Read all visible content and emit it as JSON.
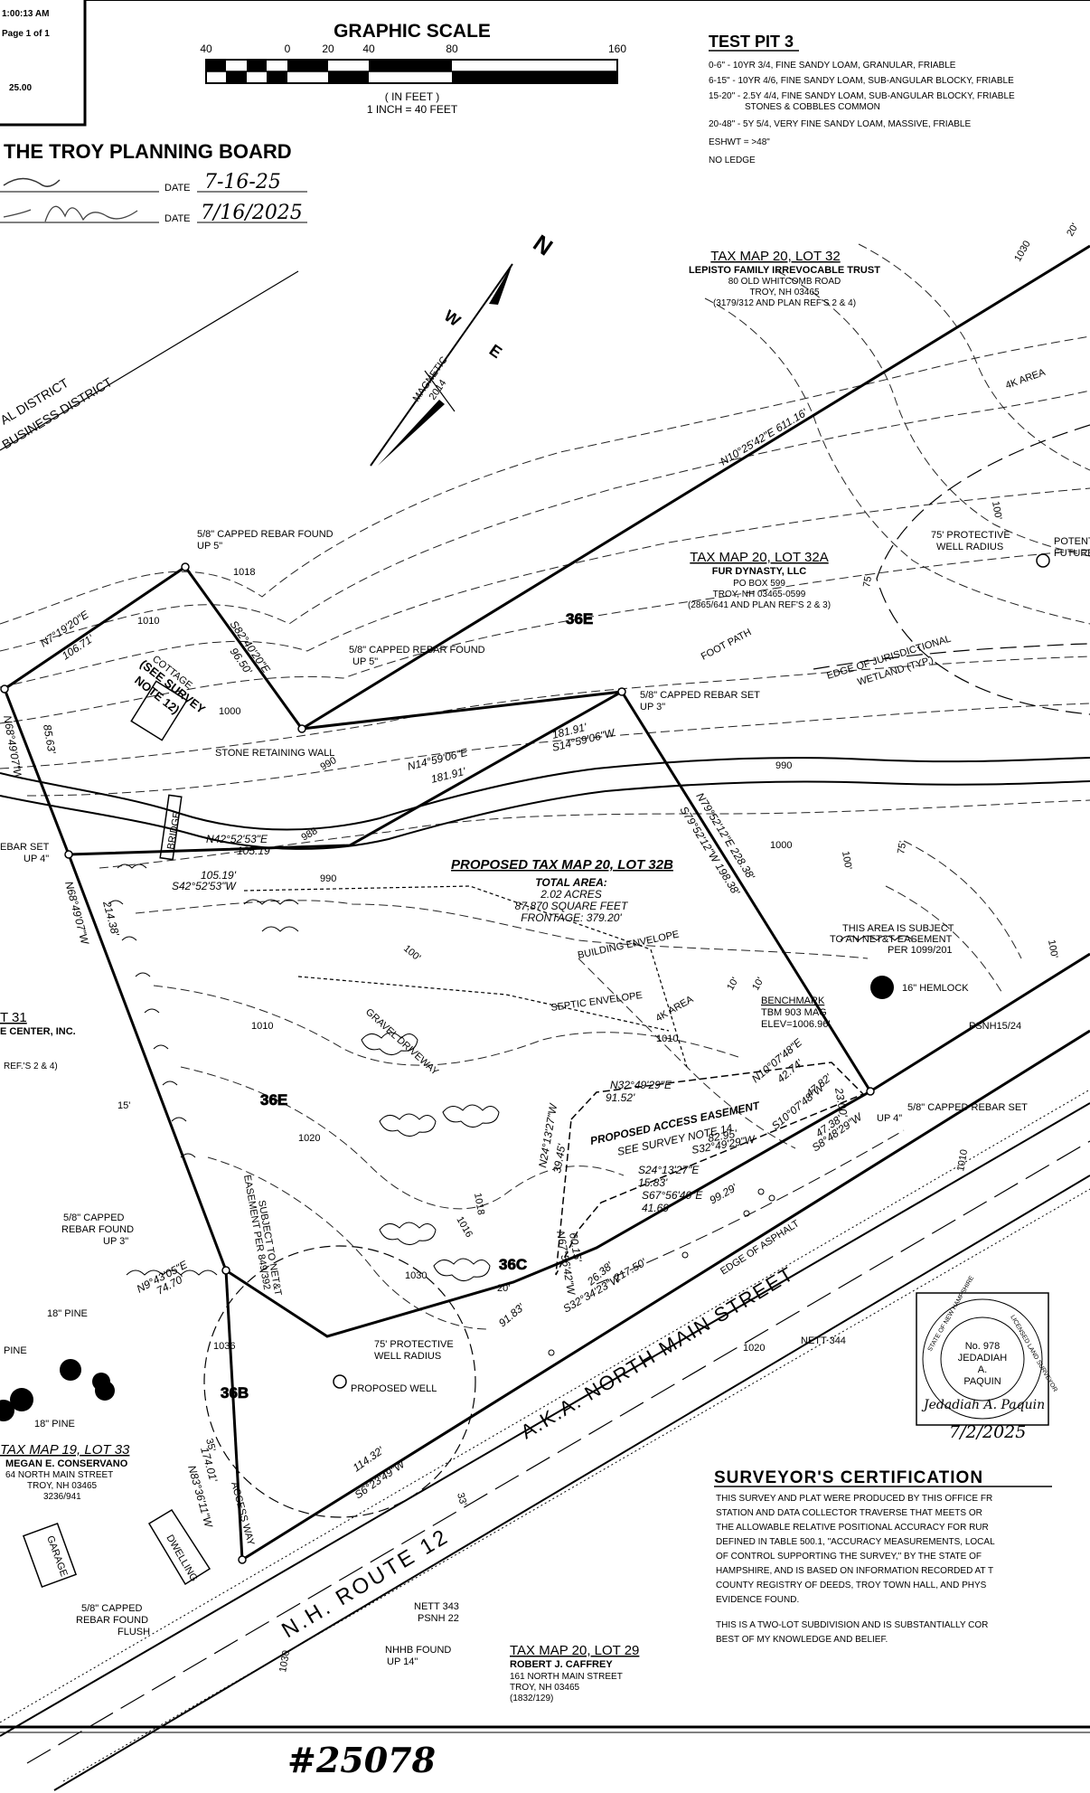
{
  "title_block": {
    "time": "1:00:13 AM",
    "page": "Page 1 of 1",
    "value": "25.00"
  },
  "graphic_scale": {
    "title": "GRAPHIC SCALE",
    "ticks": [
      "40",
      "0",
      "20",
      "40",
      "80",
      "160"
    ],
    "units": "( IN FEET )",
    "ratio": "1 INCH = 40 FEET"
  },
  "test_pit": {
    "title": "TEST PIT 3",
    "lines": [
      "0-6\" - 10YR 3/4, FINE SANDY LOAM, GRANULAR, FRIABLE",
      "6-15\" - 10YR 4/6, FINE SANDY LOAM, SUB-ANGULAR BLOCKY, FRIABLE",
      "15-20\" - 2.5Y 4/4, FINE SANDY LOAM, SUB-ANGULAR BLOCKY, FRIABLE",
      "STONES & COBBLES COMMON",
      "20-48\" - 5Y 5/4, VERY FINE SANDY LOAM, MASSIVE, FRIABLE",
      "ESHWT = >48\"",
      "NO LEDGE"
    ]
  },
  "approval": {
    "heading": "THE TROY PLANNING BOARD",
    "date_label": "DATE",
    "date1": "7-16-25",
    "date2": "7/16/2025"
  },
  "north_arrow": {
    "n": "N",
    "w": "W",
    "e": "E",
    "magnetic": "MAGNETIC",
    "year": "2014"
  },
  "districts": {
    "d1": "AL DISTRICT",
    "d2": "BUSINESS DISTRICT"
  },
  "lot32": {
    "title": "TAX MAP 20, LOT 32",
    "owner": "LEPISTO FAMILY IRREVOCABLE TRUST",
    "address": "80 OLD WHITCOMB ROAD",
    "city": "TROY, NH 03465",
    "ref": "(3179/312 AND PLAN REF'S 2 & 4)"
  },
  "lot32a": {
    "title": "TAX MAP 20, LOT 32A",
    "owner": "FUR DYNASTY, LLC",
    "address": "PO BOX 599",
    "city": "TROY, NH 03465-0599",
    "ref": "(2865/641 AND PLAN REF'S 2 & 3)"
  },
  "lot32b": {
    "title": "PROPOSED TAX MAP 20, LOT 32B",
    "area_label": "TOTAL AREA:",
    "acres": "2.02 ACRES",
    "sqft": "87,870 SQUARE FEET",
    "frontage": "FRONTAGE: 379.20'"
  },
  "lot31": {
    "title": "T 31",
    "owner": "E CENTER, INC.",
    "ref": "REF.'S 2 & 4)"
  },
  "lot33": {
    "title": "TAX MAP 19, LOT 33",
    "owner": "MEGAN E. CONSERVANO",
    "address": "64 NORTH MAIN STREET",
    "city": "TROY, NH 03465",
    "ref": "3236/941"
  },
  "lot29": {
    "title": "TAX MAP 20, LOT 29",
    "owner": "ROBERT J. CAFFREY",
    "address": "161 NORTH MAIN STREET",
    "city": "TROY, NH 03465",
    "ref": "(1832/129)"
  },
  "bearings": {
    "b1": "N10°25'42\"E  611.16'",
    "b2": "N7°19'20\"E",
    "b3": "106.71'",
    "b4": "S82°40'20\"E",
    "b5": "96.50'",
    "b6": "N14°59'06\"E",
    "b7": "181.91'",
    "b8": "181.91'",
    "b9": "S14°59'06\"W",
    "b10": "N79°52'12\"E  228.38'",
    "b11": "S79°52'12\"W  198.38'",
    "b12": "N42°52'53\"E",
    "b13": "105.19'",
    "b14": "105.19'",
    "b15": "S42°52'53\"W",
    "b16": "N68°49'07\"W",
    "b17": "85.63'",
    "b18": "N68°49'07\"W",
    "b19": "214.38'",
    "b20": "N9°43'05\"E",
    "b21": "74.70'",
    "b22": "N83°36'11\"W",
    "b23": "174.01'",
    "b24": "S6°23'49\"W",
    "b25": "114.32'",
    "b26": "S32°34'23\"W",
    "b27": "217.50'",
    "b28": "N32°49'29\"E",
    "b29": "91.52'",
    "b30": "N10°07'48\"E",
    "b31": "42.74'",
    "b32": "S10°07'48\"W",
    "b33": "47.82'",
    "b34": "47.38'",
    "b35": "S8°48'29\"W",
    "b36": "82.95'",
    "b37": "S32°49'29\"W",
    "b38": "S24°13'27\"E",
    "b39": "15.83'",
    "b40": "S67°56'40\"E",
    "b41": "41.69'",
    "b42": "99.29'",
    "b43": "N24°13'27\"W",
    "b44": "39.45'",
    "b45": "N67°56'42\"W",
    "b46": "60.15'",
    "b47": "26.38'",
    "b48": "91.83'",
    "b49": "23.00'"
  },
  "annotations": {
    "rebar1": "5/8\" CAPPED REBAR FOUND",
    "rebar1b": "UP 5\"",
    "rebar2": "5/8\" CAPPED REBAR FOUND",
    "rebar2b": "UP 5\"",
    "rebar3": "5/8\" CAPPED REBAR SET",
    "rebar3b": "UP 3\"",
    "rebar4": "EBAR SET",
    "rebar4b": "UP 4\"",
    "rebar5": "5/8\" CAPPED",
    "rebar5b": "REBAR FOUND",
    "rebar5c": "UP 3\"",
    "rebar6": "5/8\" CAPPED REBAR SET",
    "rebar6b": "UP 4\"",
    "rebar7": "5/8\" CAPPED",
    "rebar7b": "REBAR FOUND",
    "rebar7c": "FLUSH",
    "cottage": "COTTAGE",
    "see_note12a": "(SEE SURVEY",
    "see_note12b": "NOTE 12)",
    "stone_wall": "STONE RETAINING WALL",
    "bridge": "BRIDGE",
    "foot_path": "FOOT PATH",
    "wetland1": "EDGE OF JURISDICTIONAL",
    "wetland2": "WETLAND (TYP.)",
    "protective1": "75' PROTECTIVE",
    "protective1b": "WELL RADIUS",
    "potential1": "POTENT",
    "potential1b": "FUTURE",
    "area4k_1": "4K AREA",
    "area4k_2": "4K AREA",
    "building_env": "BUILDING ENVELOPE",
    "septic_env": "SEPTIC ENVELOPE",
    "gravel": "GRAVEL DRIVEWAY",
    "benchmark": "BENCHMARK",
    "tbm": "TBM 903 MAG",
    "elev": "ELEV=1006.96'",
    "subject1": "THIS AREA IS SUBJECT",
    "subject2": "TO AN NET&T EASEMENT",
    "subject3": "PER 1099/201",
    "hemlock": "16\" HEMLOCK",
    "psnh": "PSNH15/24",
    "access1": "PROPOSED ACCESS EASEMENT",
    "access2": "SEE SURVEY NOTE 14",
    "easement1": "SUBJECT TO NET&T",
    "easement2": "EASEMENT PER 849/392",
    "protective2": "75' PROTECTIVE",
    "protective2b": "WELL RADIUS",
    "proposed_well": "PROPOSED WELL",
    "edge_asphalt": "EDGE OF ASPHALT",
    "nett344": "NETT 344",
    "nett343": "NETT 343",
    "psnh22": "PSNH 22",
    "nhhb": "NHHB FOUND",
    "nhhb2": "UP 14\"",
    "pine1": "18\" PINE",
    "pine2": "PINE",
    "pine3": "18\" PINE",
    "garage": "GARAGE",
    "dwelling": "DWELLING",
    "access_way": "ACCESS WAY",
    "label36e_1": "36E",
    "label36e_2": "36E",
    "label36c": "36C",
    "label36b": "36B",
    "dim15": "15'",
    "dim20": "20'",
    "dim10a": "10'",
    "dim10b": "10'",
    "dim75a": "75'",
    "dim75b": "75'",
    "dim100a": "100'",
    "dim100b": "100'",
    "dim100c": "100'",
    "dim100d": "100'",
    "dim20b": "20'",
    "dim35": "35'",
    "dim33": "33'"
  },
  "contours": {
    "c1030a": "1030",
    "c1018": "1018",
    "c1010a": "1010",
    "c1000a": "1000",
    "c990a": "990",
    "c988": "988",
    "c990b": "990",
    "c990c": "990",
    "c1000b": "1000",
    "c1010b": "1010",
    "c1010c": "1010",
    "c1020a": "1020",
    "c1018b": "1018",
    "c1016": "1016",
    "c1030b": "1030",
    "c1036": "1036",
    "c1020b": "1020",
    "c1010d": "1010",
    "c1030c": "1030"
  },
  "street": {
    "route": "N.H. ROUTE 12",
    "aka": "A.K.A. NORTH MAIN STREET"
  },
  "seal": {
    "state": "STATE OF NEW HAMPSHIRE",
    "license": "LICENSED LAND SURVEYOR",
    "no": "No. 978",
    "name1": "JEDADIAH",
    "name2": "A.",
    "name3": "PAQUIN",
    "signature": "Jedadiah A. Paquin",
    "date": "7/2/2025"
  },
  "certification": {
    "title": "SURVEYOR'S CERTIFICATION",
    "lines": [
      "THIS SURVEY AND PLAT WERE PRODUCED BY THIS OFFICE FR",
      "STATION AND DATA COLLECTOR TRAVERSE THAT MEETS OR",
      "THE ALLOWABLE RELATIVE POSITIONAL ACCURACY FOR RUR",
      "DEFINED IN TABLE 500.1, \"ACCURACY MEASUREMENTS, LOCAL",
      "OF CONTROL SUPPORTING THE SURVEY,\" BY THE STATE OF",
      "HAMPSHIRE, AND IS BASED ON INFORMATION RECORDED AT T",
      "COUNTY REGISTRY OF DEEDS, TROY TOWN HALL, AND PHYS",
      "EVIDENCE FOUND."
    ],
    "line2a": "THIS IS A TWO-LOT SUBDIVISION AND IS SUBSTANTIALLY COR",
    "line2b": "BEST OF MY KNOWLEDGE AND BELIEF."
  },
  "stamp": "#25078"
}
